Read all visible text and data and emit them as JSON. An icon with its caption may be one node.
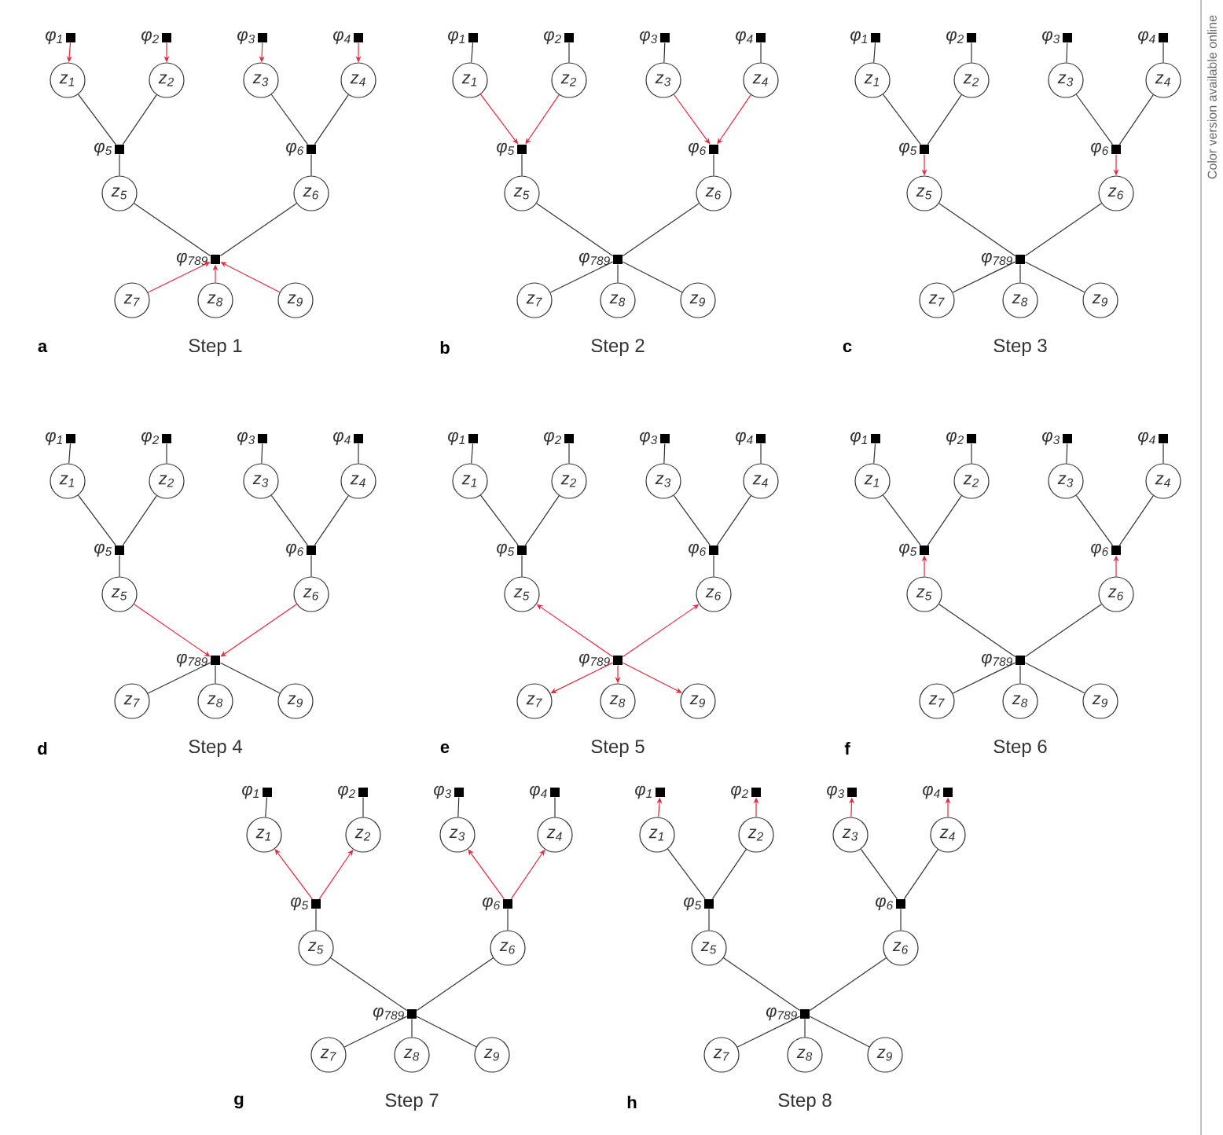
{
  "diagram": {
    "nodes": [
      {
        "text": [
          "φ$_{1}$"
        ]
      },
      {
        "text": [
          "φ$_{2}$"
        ]
      },
      {
        "text": [
          "φ$_{3}$"
        ]
      },
      {
        "text": [
          "φ$_{4}$"
        ]
      },
      {
        "text": [
          "z$_{1}$"
        ]
      },
      {
        "text": [
          "z$_{2}$"
        ]
      },
      {
        "text": [
          "z$_{3}$"
        ]
      },
      {
        "text": [
          "z$_{4}$"
        ]
      },
      {
        "text": [
          "φ$_{5}$"
        ]
      },
      {
        "text": [
          "φ$_{6}$"
        ]
      },
      {
        "text": [
          "z$_{5}$"
        ]
      },
      {
        "text": [
          "z$_{6}$"
        ]
      },
      {
        "text": [
          "φ$_{789}$"
        ]
      },
      {
        "text": [
          "z$_{7}$"
        ]
      },
      {
        "text": [
          "z$_{8}$"
        ]
      },
      {
        "text": [
          "z$_{9}$"
        ]
      },
      {
        "text": [
          "φ$_{1}$"
        ]
      },
      {
        "text": [
          "φ$_{2}$"
        ]
      },
      {
        "text": [
          "φ$_{3}$"
        ]
      },
      {
        "text": [
          "φ$_{4}$"
        ]
      },
      {
        "text": [
          "z$_{1}$"
        ]
      },
      {
        "text": [
          "z$_{2}$"
        ]
      },
      {
        "text": [
          "z$_{3}$"
        ]
      },
      {
        "text": [
          "z$_{4}$"
        ]
      },
      {
        "text": [
          "φ$_{5}$"
        ]
      },
      {
        "text": [
          "φ$_{6}$"
        ]
      },
      {
        "text": [
          "z$_{5}$"
        ]
      },
      {
        "text": [
          "z$_{6}$"
        ]
      },
      {
        "text": [
          "φ$_{789}$"
        ]
      },
      {
        "text": [
          "z$_{7}$"
        ]
      },
      {
        "text": [
          "z$_{8}$"
        ]
      },
      {
        "text": [
          "z$_{9}$"
        ]
      },
      {
        "text": [
          "φ$_{1}$"
        ]
      },
      {
        "text": [
          "φ$_{2}$"
        ]
      },
      {
        "text": [
          "φ$_{3}$"
        ]
      },
      {
        "text": [
          "φ$_{4}$"
        ]
      },
      {
        "text": [
          "z$_{1}$"
        ]
      },
      {
        "text": [
          "z$_{2}$"
        ]
      },
      {
        "text": [
          "z$_{3}$"
        ]
      },
      {
        "text": [
          "z$_{4}$"
        ]
      },
      {
        "text": [
          "φ$_{5}$"
        ]
      },
      {
        "text": [
          "φ$_{6}$"
        ]
      },
      {
        "text": [
          "z$_{5}$"
        ]
      },
      {
        "text": [
          "z$_{6}$"
        ]
      },
      {
        "text": [
          "φ$_{789}$"
        ]
      },
      {
        "text": [
          "z$_{7}$"
        ]
      },
      {
        "text": [
          "z$_{8}$"
        ]
      },
      {
        "text": [
          "z$_{9}$"
        ]
      },
      {
        "text": [
          "φ$_{1}$"
        ]
      },
      {
        "text": [
          "φ$_{2}$"
        ]
      },
      {
        "text": [
          "φ$_{3}$"
        ]
      },
      {
        "text": [
          "φ$_{4}$"
        ]
      },
      {
        "text": [
          "z$_{1}$"
        ]
      },
      {
        "text": [
          "z$_{2}$"
        ]
      },
      {
        "text": [
          "z$_{3}$"
        ]
      },
      {
        "text": [
          "z$_{4}$"
        ]
      },
      {
        "text": [
          "φ$_{5}$"
        ]
      },
      {
        "text": [
          "φ$_{6}$"
        ]
      },
      {
        "text": [
          "z$_{5}$"
        ]
      },
      {
        "text": [
          "z$_{6}$"
        ]
      },
      {
        "text": [
          "φ$_{789}$"
        ]
      },
      {
        "text": [
          "z$_{7}$"
        ]
      },
      {
        "text": [
          "z$_{8}$"
        ]
      },
      {
        "text": [
          "z$_{9}$"
        ]
      },
      {
        "text": [
          "φ$_{1}$"
        ]
      },
      {
        "text": [
          "φ$_{2}$"
        ]
      },
      {
        "text": [
          "φ$_{3}$"
        ]
      },
      {
        "text": [
          "φ$_{4}$"
        ]
      },
      {
        "text": [
          "z$_{1}$"
        ]
      },
      {
        "text": [
          "z$_{2}$"
        ]
      },
      {
        "text": [
          "z$_{3}$"
        ]
      },
      {
        "text": [
          "z$_{4}$"
        ]
      },
      {
        "text": [
          "φ$_{5}$"
        ]
      },
      {
        "text": [
          "φ$_{6}$"
        ]
      },
      {
        "text": [
          "z$_{5}$"
        ]
      },
      {
        "text": [
          "z$_{6}$"
        ]
      },
      {
        "text": [
          "φ$_{789}$"
        ]
      },
      {
        "text": [
          "z$_{7}$"
        ]
      },
      {
        "text": [
          "z$_{8}$"
        ]
      },
      {
        "text": [
          "z$_{9}$"
        ]
      },
      {
        "text": [
          "φ$_{1}$"
        ]
      },
      {
        "text": [
          "φ$_{2}$"
        ]
      },
      {
        "text": [
          "φ$_{3}$"
        ]
      },
      {
        "text": [
          "φ$_{4}$"
        ]
      },
      {
        "text": [
          "z$_{1}$"
        ]
      },
      {
        "text": [
          "z$_{2}$"
        ]
      },
      {
        "text": [
          "z$_{3}$"
        ]
      },
      {
        "text": [
          "z$_{4}$"
        ]
      },
      {
        "text": [
          "φ$_{5}$"
        ]
      },
      {
        "text": [
          "φ$_{6}$"
        ]
      },
      {
        "text": [
          "z$_{5}$"
        ]
      },
      {
        "text": [
          "z$_{6}$"
        ]
      },
      {
        "text": [
          "φ$_{789}$"
        ]
      },
      {
        "text": [
          "z$_{7}$"
        ]
      },
      {
        "text": [
          "z$_{8}$"
        ]
      },
      {
        "text": [
          "z$_{9}$"
        ]
      },
      {
        "text": [
          "φ$_{1}$"
        ]
      },
      {
        "text": [
          "φ$_{2}$"
        ]
      },
      {
        "text": [
          "φ$_{3}$"
        ]
      },
      {
        "text": [
          "φ$_{4}$"
        ]
      },
      {
        "text": [
          "z$_{1}$"
        ]
      },
      {
        "text": [
          "z$_{2}$"
        ]
      },
      {
        "text": [
          "z$_{3}$"
        ]
      },
      {
        "text": [
          "z$_{4}$"
        ]
      },
      {
        "text": [
          "φ$_{5}$"
        ]
      },
      {
        "text": [
          "φ$_{6}$"
        ]
      },
      {
        "text": [
          "z$_{5}$"
        ]
      },
      {
        "text": [
          "z$_{6}$"
        ]
      },
      {
        "text": [
          "φ$_{789}$"
        ]
      },
      {
        "text": [
          "z$_{7}$"
        ]
      },
      {
        "text": [
          "z$_{8}$"
        ]
      },
      {
        "text": [
          "z$_{9}$"
        ]
      },
      {
        "text": [
          "φ$_{1}$"
        ]
      },
      {
        "text": [
          "φ$_{2}$"
        ]
      },
      {
        "text": [
          "φ$_{3}$"
        ]
      },
      {
        "text": [
          "φ$_{4}$"
        ]
      },
      {
        "text": [
          "z$_{1}$"
        ]
      },
      {
        "text": [
          "z$_{2}$"
        ]
      },
      {
        "text": [
          "z$_{3}$"
        ]
      },
      {
        "text": [
          "z$_{4}$"
        ]
      },
      {
        "text": [
          "φ$_{5}$"
        ]
      },
      {
        "text": [
          "φ$_{6}$"
        ]
      },
      {
        "text": [
          "z$_{5}$"
        ]
      },
      {
        "text": [
          "z$_{6}$"
        ]
      },
      {
        "text": [
          "φ$_{789}$"
        ]
      },
      {
        "text": [
          "z$_{7}$"
        ]
      },
      {
        "text": [
          "z$_{8}$"
        ]
      },
      {
        "text": [
          "z$_{9}$"
        ]
      }
    ],
    "edges": [
      {
        "from": 0,
        "to": 4,
        "arrow": "to",
        "color": "#e4283c"
      },
      {
        "from": 1,
        "to": 5,
        "arrow": "to",
        "color": "#e4283c"
      },
      {
        "from": 2,
        "to": 6,
        "arrow": "to",
        "color": "#e4283c"
      },
      {
        "from": 3,
        "to": 7,
        "arrow": "to",
        "color": "#e4283c"
      },
      {
        "from": 8,
        "to": 4,
        "arrow": "none"
      },
      {
        "from": 8,
        "to": 5,
        "arrow": "none"
      },
      {
        "from": 9,
        "to": 6,
        "arrow": "none"
      },
      {
        "from": 9,
        "to": 7,
        "arrow": "none"
      },
      {
        "from": 8,
        "to": 10,
        "arrow": "none"
      },
      {
        "from": 9,
        "to": 11,
        "arrow": "none"
      },
      {
        "from": 12,
        "to": 10,
        "arrow": "none"
      },
      {
        "from": 12,
        "to": 11,
        "arrow": "none"
      },
      {
        "from": 13,
        "to": 12,
        "arrow": "to",
        "color": "#e4283c"
      },
      {
        "from": 14,
        "to": 12,
        "arrow": "to",
        "color": "#e4283c"
      },
      {
        "from": 15,
        "to": 12,
        "arrow": "to",
        "color": "#e4283c"
      },
      {
        "from": 16,
        "to": 20,
        "arrow": "none"
      },
      {
        "from": 17,
        "to": 21,
        "arrow": "none"
      },
      {
        "from": 18,
        "to": 22,
        "arrow": "none"
      },
      {
        "from": 19,
        "to": 23,
        "arrow": "none"
      },
      {
        "from": 20,
        "to": 24,
        "arrow": "to",
        "color": "#e4283c"
      },
      {
        "from": 21,
        "to": 24,
        "arrow": "to",
        "color": "#e4283c"
      },
      {
        "from": 22,
        "to": 25,
        "arrow": "to",
        "color": "#e4283c"
      },
      {
        "from": 23,
        "to": 25,
        "arrow": "to",
        "color": "#e4283c"
      },
      {
        "from": 24,
        "to": 26,
        "arrow": "none"
      },
      {
        "from": 25,
        "to": 27,
        "arrow": "none"
      },
      {
        "from": 28,
        "to": 26,
        "arrow": "none"
      },
      {
        "from": 28,
        "to": 27,
        "arrow": "none"
      },
      {
        "from": 28,
        "to": 29,
        "arrow": "none"
      },
      {
        "from": 28,
        "to": 30,
        "arrow": "none"
      },
      {
        "from": 28,
        "to": 31,
        "arrow": "none"
      },
      {
        "from": 32,
        "to": 36,
        "arrow": "none"
      },
      {
        "from": 33,
        "to": 37,
        "arrow": "none"
      },
      {
        "from": 34,
        "to": 38,
        "arrow": "none"
      },
      {
        "from": 35,
        "to": 39,
        "arrow": "none"
      },
      {
        "from": 40,
        "to": 36,
        "arrow": "none"
      },
      {
        "from": 40,
        "to": 37,
        "arrow": "none"
      },
      {
        "from": 41,
        "to": 38,
        "arrow": "none"
      },
      {
        "from": 41,
        "to": 39,
        "arrow": "none"
      },
      {
        "from": 40,
        "to": 42,
        "arrow": "to",
        "color": "#e4283c"
      },
      {
        "from": 41,
        "to": 43,
        "arrow": "to",
        "color": "#e4283c"
      },
      {
        "from": 44,
        "to": 42,
        "arrow": "none"
      },
      {
        "from": 44,
        "to": 43,
        "arrow": "none"
      },
      {
        "from": 44,
        "to": 45,
        "arrow": "none"
      },
      {
        "from": 44,
        "to": 46,
        "arrow": "none"
      },
      {
        "from": 44,
        "to": 47,
        "arrow": "none"
      },
      {
        "from": 48,
        "to": 52,
        "arrow": "none"
      },
      {
        "from": 49,
        "to": 53,
        "arrow": "none"
      },
      {
        "from": 50,
        "to": 54,
        "arrow": "none"
      },
      {
        "from": 51,
        "to": 55,
        "arrow": "none"
      },
      {
        "from": 56,
        "to": 52,
        "arrow": "none"
      },
      {
        "from": 56,
        "to": 53,
        "arrow": "none"
      },
      {
        "from": 57,
        "to": 54,
        "arrow": "none"
      },
      {
        "from": 57,
        "to": 55,
        "arrow": "none"
      },
      {
        "from": 56,
        "to": 58,
        "arrow": "none"
      },
      {
        "from": 57,
        "to": 59,
        "arrow": "none"
      },
      {
        "from": 58,
        "to": 60,
        "arrow": "to",
        "color": "#e4283c"
      },
      {
        "from": 59,
        "to": 60,
        "arrow": "to",
        "color": "#e4283c"
      },
      {
        "from": 60,
        "to": 61,
        "arrow": "none"
      },
      {
        "from": 60,
        "to": 62,
        "arrow": "none"
      },
      {
        "from": 60,
        "to": 63,
        "arrow": "none"
      },
      {
        "from": 64,
        "to": 68,
        "arrow": "none"
      },
      {
        "from": 65,
        "to": 69,
        "arrow": "none"
      },
      {
        "from": 66,
        "to": 70,
        "arrow": "none"
      },
      {
        "from": 67,
        "to": 71,
        "arrow": "none"
      },
      {
        "from": 72,
        "to": 68,
        "arrow": "none"
      },
      {
        "from": 72,
        "to": 69,
        "arrow": "none"
      },
      {
        "from": 73,
        "to": 70,
        "arrow": "none"
      },
      {
        "from": 73,
        "to": 71,
        "arrow": "none"
      },
      {
        "from": 72,
        "to": 74,
        "arrow": "none"
      },
      {
        "from": 73,
        "to": 75,
        "arrow": "none"
      },
      {
        "from": 76,
        "to": 74,
        "arrow": "to",
        "color": "#e4283c"
      },
      {
        "from": 76,
        "to": 75,
        "arrow": "to",
        "color": "#e4283c"
      },
      {
        "from": 76,
        "to": 77,
        "arrow": "to",
        "color": "#e4283c"
      },
      {
        "from": 76,
        "to": 78,
        "arrow": "to",
        "color": "#e4283c"
      },
      {
        "from": 76,
        "to": 79,
        "arrow": "to",
        "color": "#e4283c"
      },
      {
        "from": 80,
        "to": 84,
        "arrow": "none"
      },
      {
        "from": 81,
        "to": 85,
        "arrow": "none"
      },
      {
        "from": 82,
        "to": 86,
        "arrow": "none"
      },
      {
        "from": 83,
        "to": 87,
        "arrow": "none"
      },
      {
        "from": 88,
        "to": 84,
        "arrow": "none"
      },
      {
        "from": 88,
        "to": 85,
        "arrow": "none"
      },
      {
        "from": 89,
        "to": 86,
        "arrow": "none"
      },
      {
        "from": 89,
        "to": 87,
        "arrow": "none"
      },
      {
        "from": 90,
        "to": 88,
        "arrow": "to",
        "color": "#e4283c"
      },
      {
        "from": 91,
        "to": 89,
        "arrow": "to",
        "color": "#e4283c"
      },
      {
        "from": 92,
        "to": 90,
        "arrow": "none"
      },
      {
        "from": 92,
        "to": 91,
        "arrow": "none"
      },
      {
        "from": 92,
        "to": 93,
        "arrow": "none"
      },
      {
        "from": 92,
        "to": 94,
        "arrow": "none"
      },
      {
        "from": 92,
        "to": 95,
        "arrow": "none"
      },
      {
        "from": 96,
        "to": 100,
        "arrow": "none"
      },
      {
        "from": 97,
        "to": 101,
        "arrow": "none"
      },
      {
        "from": 98,
        "to": 102,
        "arrow": "none"
      },
      {
        "from": 99,
        "to": 103,
        "arrow": "none"
      },
      {
        "from": 104,
        "to": 100,
        "arrow": "to",
        "color": "#e4283c"
      },
      {
        "from": 104,
        "to": 101,
        "arrow": "to",
        "color": "#e4283c"
      },
      {
        "from": 105,
        "to": 102,
        "arrow": "to",
        "color": "#e4283c"
      },
      {
        "from": 105,
        "to": 103,
        "arrow": "to",
        "color": "#e4283c"
      },
      {
        "from": 104,
        "to": 106,
        "arrow": "none"
      },
      {
        "from": 105,
        "to": 107,
        "arrow": "none"
      },
      {
        "from": 108,
        "to": 106,
        "arrow": "none"
      },
      {
        "from": 108,
        "to": 107,
        "arrow": "none"
      },
      {
        "from": 108,
        "to": 109,
        "arrow": "none"
      },
      {
        "from": 108,
        "to": 110,
        "arrow": "none"
      },
      {
        "from": 108,
        "to": 111,
        "arrow": "none"
      },
      {
        "from": 116,
        "to": 112,
        "arrow": "to",
        "color": "#e4283c"
      },
      {
        "from": 117,
        "to": 113,
        "arrow": "to",
        "color": "#e4283c"
      },
      {
        "from": 118,
        "to": 114,
        "arrow": "to",
        "color": "#e4283c"
      },
      {
        "from": 119,
        "to": 115,
        "arrow": "to",
        "color": "#e4283c"
      },
      {
        "from": 120,
        "to": 116,
        "arrow": "none"
      },
      {
        "from": 120,
        "to": 117,
        "arrow": "none"
      },
      {
        "from": 121,
        "to": 118,
        "arrow": "none"
      },
      {
        "from": 121,
        "to": 119,
        "arrow": "none"
      },
      {
        "from": 120,
        "to": 122,
        "arrow": "none"
      },
      {
        "from": 121,
        "to": 123,
        "arrow": "none"
      },
      {
        "from": 124,
        "to": 122,
        "arrow": "none"
      },
      {
        "from": 124,
        "to": 123,
        "arrow": "none"
      },
      {
        "from": 124,
        "to": 125,
        "arrow": "none"
      },
      {
        "from": 124,
        "to": 126,
        "arrow": "none"
      },
      {
        "from": 124,
        "to": 127,
        "arrow": "none"
      }
    ],
    "labels": [
      "a",
      "Step 1",
      "b",
      "Step 2",
      "c",
      "Step 3",
      "d",
      "Step 4",
      "e",
      "Step 5",
      "f",
      "Step 6",
      "g",
      "Step 7",
      "h",
      "Step 8",
      "Color version available online"
    ]
  }
}
